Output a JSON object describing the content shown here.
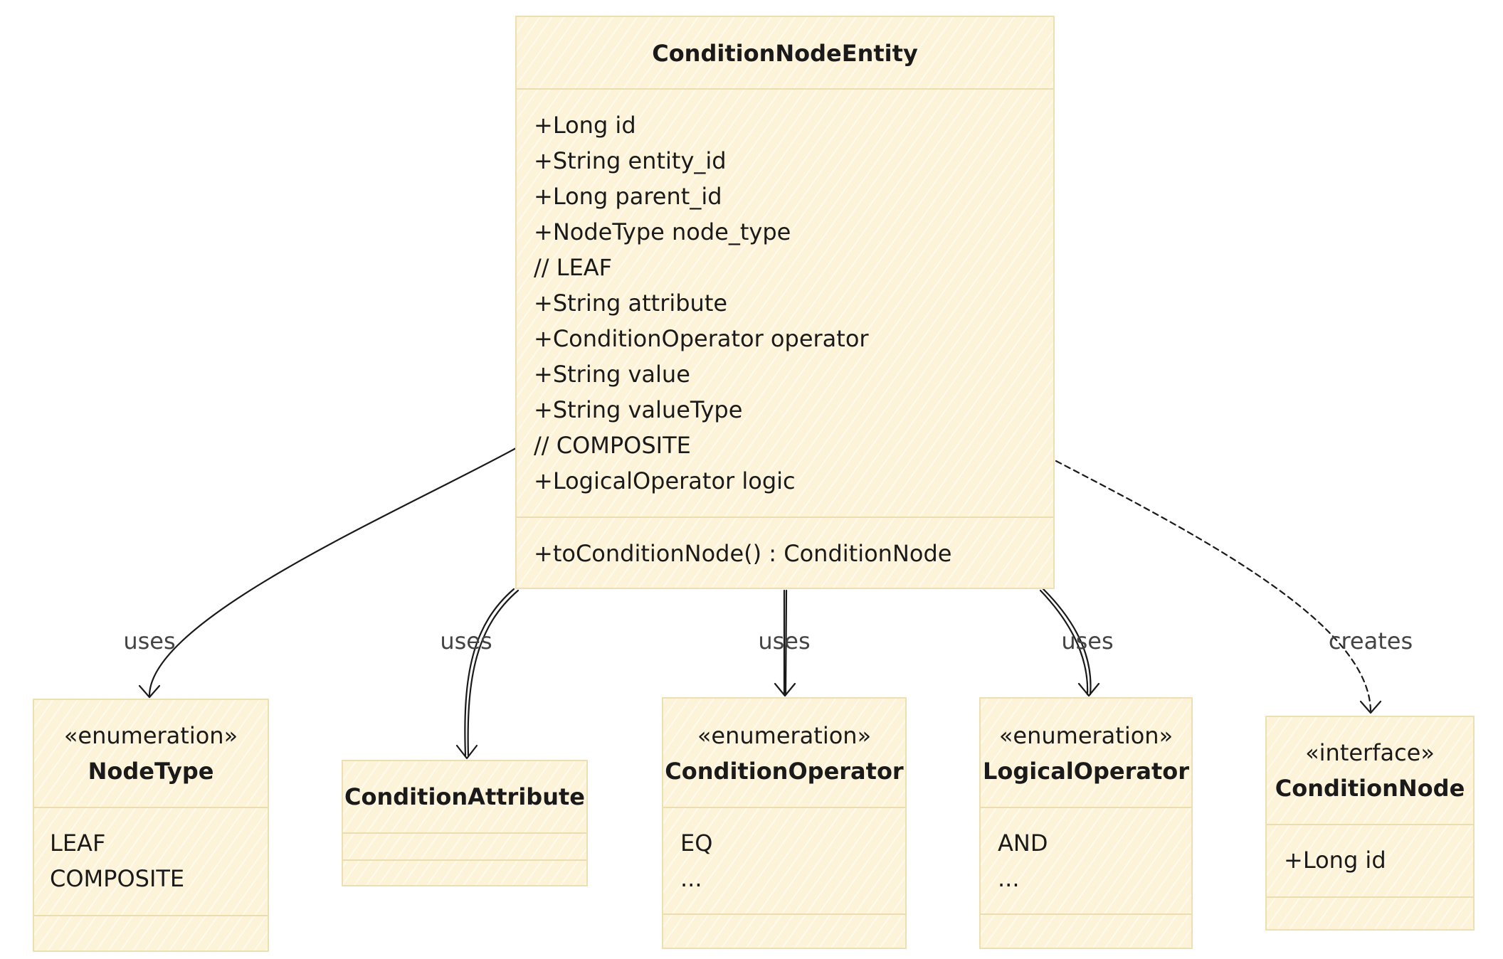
{
  "entity": {
    "title": "ConditionNodeEntity",
    "attributes": [
      "+Long id",
      "+String entity_id",
      "+Long parent_id",
      "+NodeType node_type",
      "// LEAF",
      "+String attribute",
      "+ConditionOperator operator",
      "+String value",
      "+String valueType",
      "// COMPOSITE",
      "+LogicalOperator logic"
    ],
    "methods": [
      "+toConditionNode() : ConditionNode"
    ]
  },
  "node_type": {
    "stereotype": "«enumeration»",
    "title": "NodeType",
    "values": [
      "LEAF",
      "COMPOSITE"
    ]
  },
  "condition_attribute": {
    "title": "ConditionAttribute"
  },
  "condition_operator": {
    "stereotype": "«enumeration»",
    "title": "ConditionOperator",
    "values": [
      "EQ",
      "..."
    ]
  },
  "logical_operator": {
    "stereotype": "«enumeration»",
    "title": "LogicalOperator",
    "values": [
      "AND",
      "..."
    ]
  },
  "condition_node": {
    "stereotype": "«interface»",
    "title": "ConditionNode",
    "attributes": [
      "+Long id"
    ]
  },
  "edges": [
    {
      "from": "ConditionNodeEntity",
      "to": "NodeType",
      "label": "uses",
      "style": "solid"
    },
    {
      "from": "ConditionNodeEntity",
      "to": "ConditionAttribute",
      "label": "uses",
      "style": "solid"
    },
    {
      "from": "ConditionNodeEntity",
      "to": "ConditionOperator",
      "label": "uses",
      "style": "solid"
    },
    {
      "from": "ConditionNodeEntity",
      "to": "LogicalOperator",
      "label": "uses",
      "style": "solid"
    },
    {
      "from": "ConditionNodeEntity",
      "to": "ConditionNode",
      "label": "creates",
      "style": "dashed"
    }
  ],
  "colors": {
    "box_fill": "#fdf3d8",
    "box_border": "#eedfb3",
    "edge": "#1a1a1a",
    "label": "#444444"
  }
}
